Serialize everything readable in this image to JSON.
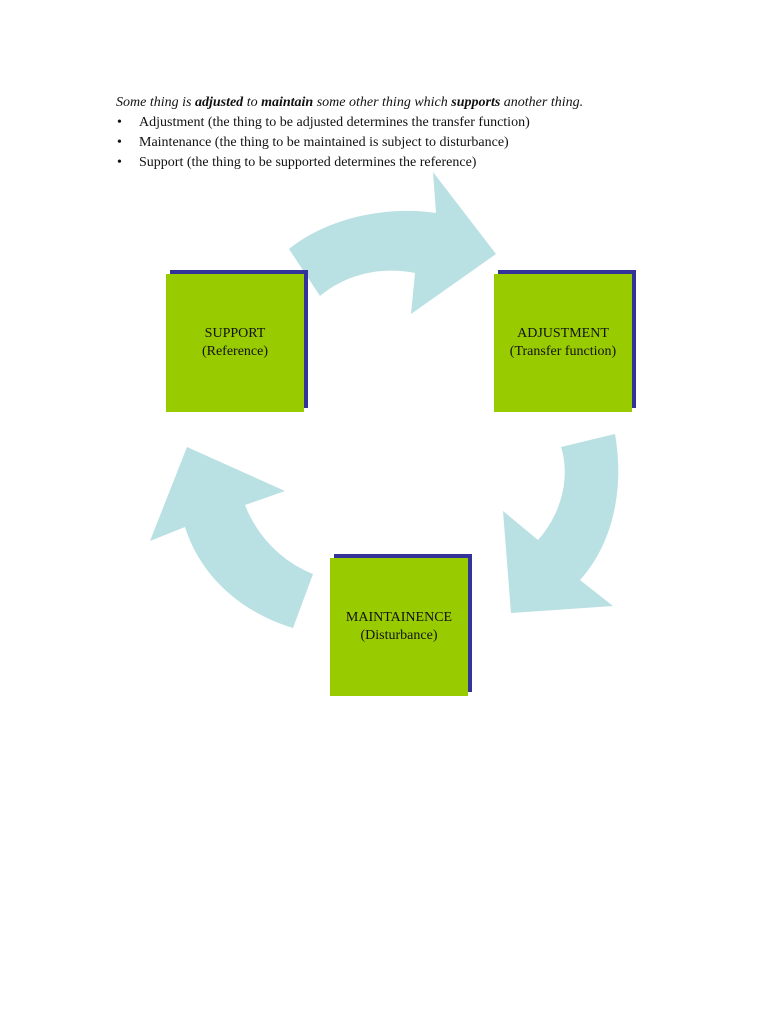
{
  "intro": {
    "p1": "Some thing is ",
    "w1": "adjusted",
    "p2": " to ",
    "w2": "maintain",
    "p3": " some other thing which ",
    "w3": "supports",
    "p4": " another thing."
  },
  "bullets": [
    "Adjustment (the thing to be adjusted determines the transfer function)",
    "Maintenance (the thing to be maintained is subject to disturbance)",
    "Support (the thing to be supported determines the reference)"
  ],
  "bullet_glyph": "•",
  "diagram": {
    "support": {
      "title": "SUPPORT",
      "sub": "(Reference)"
    },
    "adjustment": {
      "title": "ADJUSTMENT",
      "sub": "(Transfer function)"
    },
    "maintenance": {
      "title": "MAINTAINENCE",
      "sub": "(Disturbance)"
    }
  },
  "colors": {
    "box_fill": "#99cc00",
    "box_shadow": "#333399",
    "arrow_fill": "#b9e0e3"
  }
}
